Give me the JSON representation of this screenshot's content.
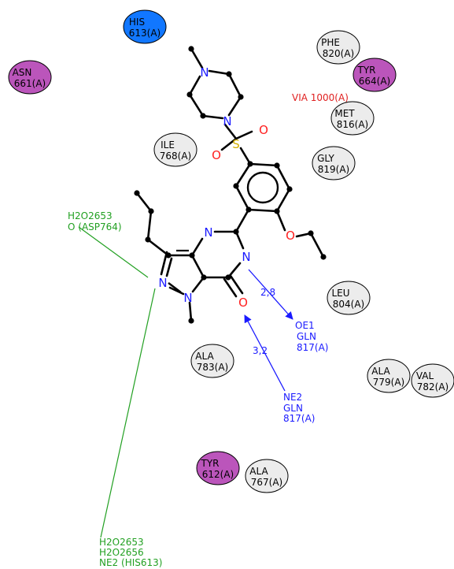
{
  "colors": {
    "residue_gray": "#ececec",
    "residue_purple": "#bb55bb",
    "residue_blue": "#1177ff",
    "hbond": "#1a1aff",
    "water": "#22a022",
    "nitrogen": "#1a1aff",
    "oxygen": "#ff2020",
    "sulfur": "#e0c020",
    "ligand_label": "#e02020"
  },
  "residues": [
    {
      "id": "his613",
      "name": "HIS",
      "num": "613(A)",
      "kind": "blue"
    },
    {
      "id": "asn661",
      "name": "ASN",
      "num": "661(A)",
      "kind": "purple"
    },
    {
      "id": "phe820",
      "name": "PHE",
      "num": "820(A)",
      "kind": "gray"
    },
    {
      "id": "tyr664",
      "name": "TYR",
      "num": "664(A)",
      "kind": "purple"
    },
    {
      "id": "met816",
      "name": "MET",
      "num": "816(A)",
      "kind": "gray"
    },
    {
      "id": "ile768",
      "name": "ILE",
      "num": "768(A)",
      "kind": "gray"
    },
    {
      "id": "gly819",
      "name": "GLY",
      "num": "819(A)",
      "kind": "gray"
    },
    {
      "id": "leu804",
      "name": "LEU",
      "num": "804(A)",
      "kind": "gray"
    },
    {
      "id": "ala783",
      "name": "ALA",
      "num": "783(A)",
      "kind": "gray"
    },
    {
      "id": "ala779",
      "name": "ALA",
      "num": "779(A)",
      "kind": "gray"
    },
    {
      "id": "val782",
      "name": "VAL",
      "num": "782(A)",
      "kind": "gray"
    },
    {
      "id": "tyr612",
      "name": "TYR",
      "num": "612(A)",
      "kind": "purple"
    },
    {
      "id": "ala767",
      "name": "ALA",
      "num": "767(A)",
      "kind": "gray"
    }
  ],
  "ligand_label": "VIA 1000(A)",
  "atoms": {
    "n_pip_top": "N",
    "n_pip_bot": "N",
    "s": "S",
    "o_s1": "O",
    "o_s2": "O",
    "n_ring": "N",
    "n_amide": "N",
    "o_ether": "O",
    "o_carbonyl": "O",
    "n_pyr1": "N",
    "n_pyr2": "N"
  },
  "hbonds": [
    {
      "id": "hb1",
      "distance": "2,8",
      "atom": "OE1",
      "res": "GLN",
      "num": "817(A)"
    },
    {
      "id": "hb2",
      "distance": "3,2",
      "atom": "NE2",
      "res": "GLN",
      "num": "817(A)"
    }
  ],
  "waters": [
    {
      "id": "w1",
      "lines": [
        "H2O2653",
        "O (ASP764)"
      ]
    },
    {
      "id": "w2",
      "lines": [
        "H2O2653",
        "H2O2656",
        "NE2 (HIS613)"
      ]
    }
  ]
}
